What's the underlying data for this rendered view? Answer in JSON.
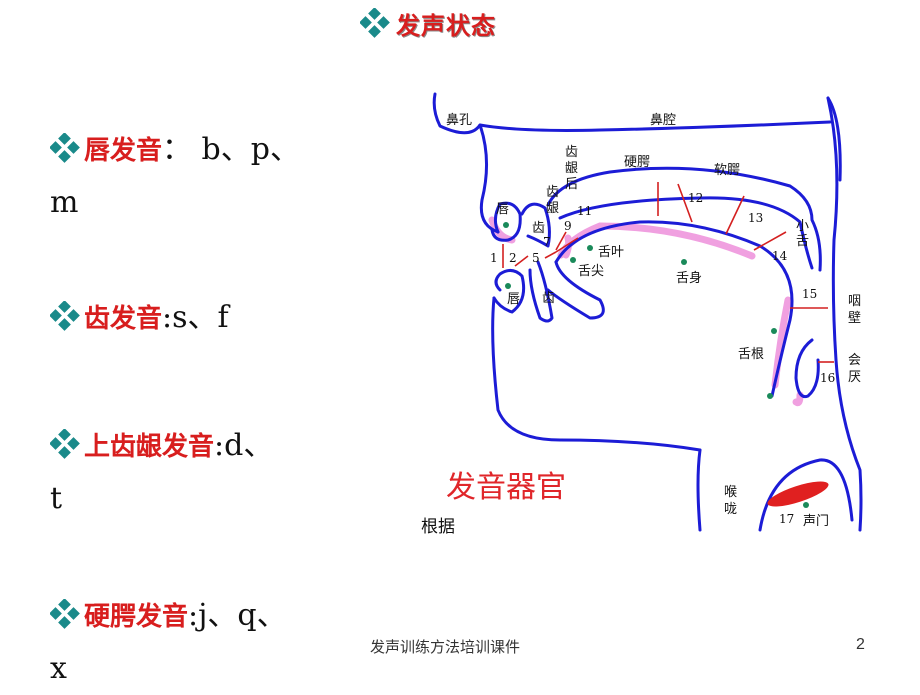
{
  "title": "发声状态",
  "bullets": [
    {
      "label": "唇发音",
      "sep": "：",
      "value_line1": " b、p、",
      "value_line2": "m"
    },
    {
      "label": "齿发音",
      "sep": ":",
      "value_line1": "s、f",
      "value_line2": ""
    },
    {
      "label": "上齿龈发音",
      "sep": ":",
      "value_line1": "d、",
      "value_line2": "t"
    },
    {
      "label": "硬腭发音",
      "sep": ":",
      "value_line1": "j、q、",
      "value_line2": "x"
    }
  ],
  "diagram": {
    "caption": "发音器官",
    "labels": {
      "nostril": "鼻孔",
      "nasal_cavity": "鼻腔",
      "upper_lip": "唇",
      "lower_lip": "唇",
      "upper_teeth": "齿",
      "lower_teeth": "齿",
      "alveolar": [
        "齿",
        "龈"
      ],
      "post_alveolar": [
        "齿",
        "龈",
        "后"
      ],
      "hard_palate": "硬腭",
      "soft_palate": "软腭",
      "uvula": [
        "小",
        "舌"
      ],
      "tongue_blade": "舌叶",
      "tongue_tip": "舌尖",
      "tongue_body": "舌身",
      "tongue_root": "舌根",
      "pharynx_wall": [
        "咽",
        "壁"
      ],
      "epiglottis": [
        "会",
        "厌"
      ],
      "larynx": [
        "喉",
        "咙"
      ],
      "glottis": "声门"
    },
    "numbers": [
      "1",
      "2",
      "5",
      "7",
      "9",
      "11",
      "12",
      "13",
      "14",
      "15",
      "16",
      "17"
    ]
  },
  "source": "根据",
  "footer": "发声训练方法培训课件",
  "page_number": "2",
  "colors": {
    "accent_red": "#d81e1e",
    "outline_blue": "#1c1cd6",
    "highlight_pink": "#f0a0e0",
    "marker_red": "#e02020",
    "dot_green": "#1a8a5a"
  }
}
